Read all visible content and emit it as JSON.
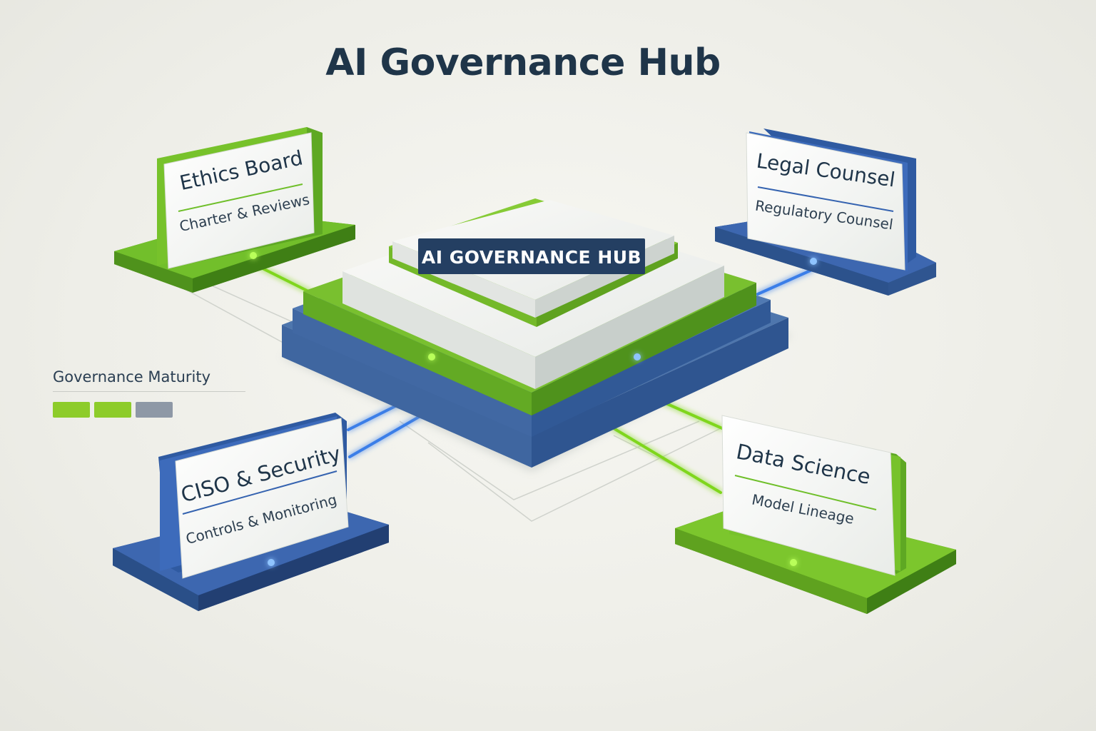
{
  "title": "AI Governance Hub",
  "hub": {
    "label": "AI GOVERNANCE HUB"
  },
  "legend": {
    "title": "Governance Maturity",
    "swatches": [
      "#8dcc2a",
      "#8dcc2a",
      "#8e98a6"
    ]
  },
  "nodes": {
    "ethics": {
      "title": "Ethics Board",
      "subtitle": "Charter & Reviews",
      "color": "#6fbf2a"
    },
    "legal": {
      "title": "Legal Counsel",
      "subtitle": "Regulatory Counsel",
      "color": "#3563b0"
    },
    "ciso": {
      "title": "CISO & Security",
      "subtitle": "Controls & Monitoring",
      "color": "#3563b0"
    },
    "datasci": {
      "title": "Data Science",
      "subtitle": "Model Lineage",
      "color": "#6fbf2a"
    }
  },
  "colors": {
    "green": "#6fbf2a",
    "blue": "#3563b0",
    "navy": "#1f3549",
    "hub_label_bg": "#243f62"
  }
}
